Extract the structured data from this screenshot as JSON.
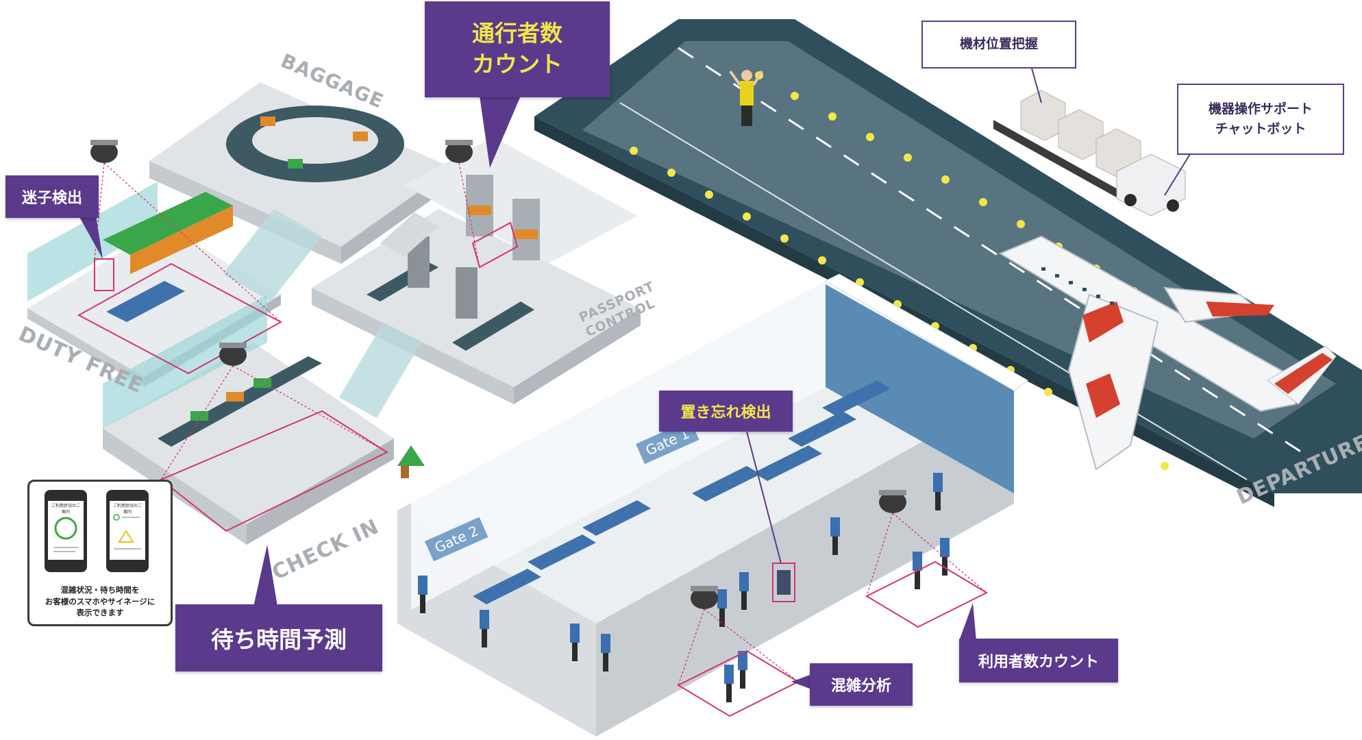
{
  "areas": {
    "baggage": "BAGGAGE",
    "duty_free": "DUTY FREE",
    "passport_control_line1": "PASSPORT",
    "passport_control_line2": "CONTROL",
    "check_in": "CHECK IN",
    "departure": "DEPARTURE"
  },
  "gates": {
    "gate1": "Gate 1",
    "gate2": "Gate 2"
  },
  "callouts": {
    "passenger_count_line1": "通行者数",
    "passenger_count_line2": "カウント",
    "lost_child": "迷子検出",
    "wait_time": "待ち時間予測",
    "left_item": "置き忘れ検出",
    "congestion": "混雑分析",
    "user_count": "利用者数カウント",
    "equipment_position": "機材位置把握",
    "support_chatbot_line1": "機器操作サポート",
    "support_chatbot_line2": "チャットボット"
  },
  "phone_panel": {
    "caption_line1": "混雑状況・待ち時間を",
    "caption_line2": "お客様のスマホやサイネージに",
    "caption_line3": "表示できます",
    "screen_title": "ご利用状況のご案内"
  },
  "colors": {
    "callout_purple": "#5b3a8c",
    "callout_text_yellow": "#f3e64a",
    "runway": "#2f4f5c",
    "zone_outline": "#d6336c",
    "status_ok": "#3aa64a",
    "status_warn": "#e6c21a"
  }
}
